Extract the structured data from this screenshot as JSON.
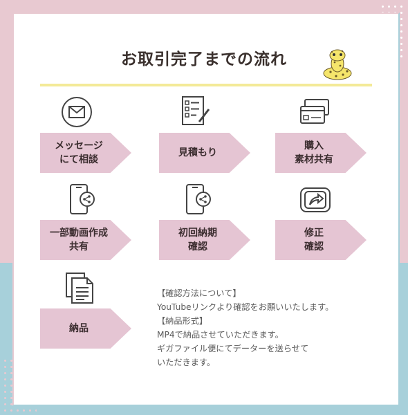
{
  "title": "お取引完了までの流れ",
  "steps": [
    {
      "icon": "envelope-icon",
      "lines": [
        "メッセージ",
        "にて相談"
      ]
    },
    {
      "icon": "checklist-icon",
      "lines": [
        "見積もり"
      ]
    },
    {
      "icon": "credit-card-icon",
      "lines": [
        "購入",
        "素材共有"
      ]
    },
    {
      "icon": "smartphone-share-icon",
      "lines": [
        "一部動画作成",
        "共有"
      ]
    },
    {
      "icon": "smartphone-share-icon",
      "lines": [
        "初回納期",
        "確認"
      ]
    },
    {
      "icon": "monitor-share-icon",
      "lines": [
        "修正",
        "確認"
      ]
    },
    {
      "icon": "documents-icon",
      "lines": [
        "納品"
      ]
    }
  ],
  "notes": [
    "【確認方法について】",
    "YouTubeリンクより確認をお願いいたします。",
    "【納品形式】",
    "MP4で納品させていただきます。",
    "ギガファイル便にてデーターを送らせて",
    "いただきます。"
  ],
  "colors": {
    "pink": "#e8c9d1",
    "blue": "#a7d0da",
    "arrow": "#e5c5d3",
    "underline": "#f3ea98"
  }
}
